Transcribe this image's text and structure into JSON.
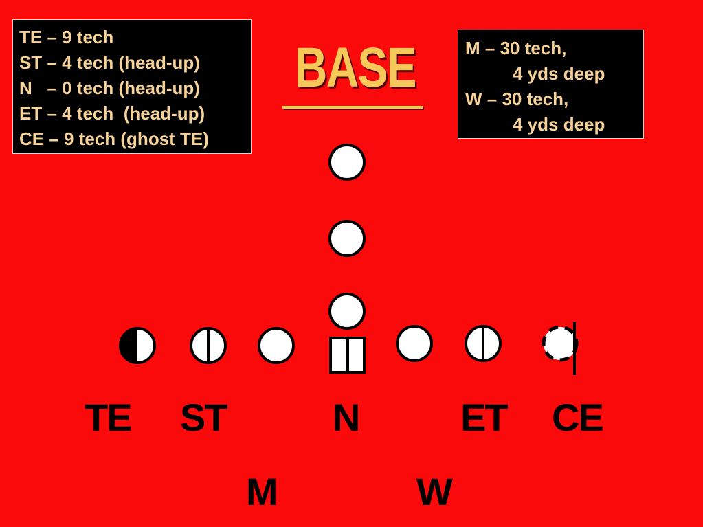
{
  "title": "BASE",
  "left_box": {
    "lines": [
      "TE – 9 tech",
      "ST – 4 tech (head-up)",
      "N   – 0 tech (head-up)",
      "ET – 4 tech  (head-up)",
      "CE – 9 tech (ghost TE)"
    ]
  },
  "right_box": {
    "lines": [
      "M – 30 tech,",
      "4 yds deep",
      "W – 30 tech,",
      "4 yds deep"
    ]
  },
  "positions": {
    "te": "TE",
    "st": "ST",
    "n": "N",
    "et": "ET",
    "ce": "CE",
    "m": "M",
    "w": "W"
  },
  "colors": {
    "background": "#fa0a0a",
    "box_text": "#f7d39a",
    "title": "#f5c85a"
  }
}
